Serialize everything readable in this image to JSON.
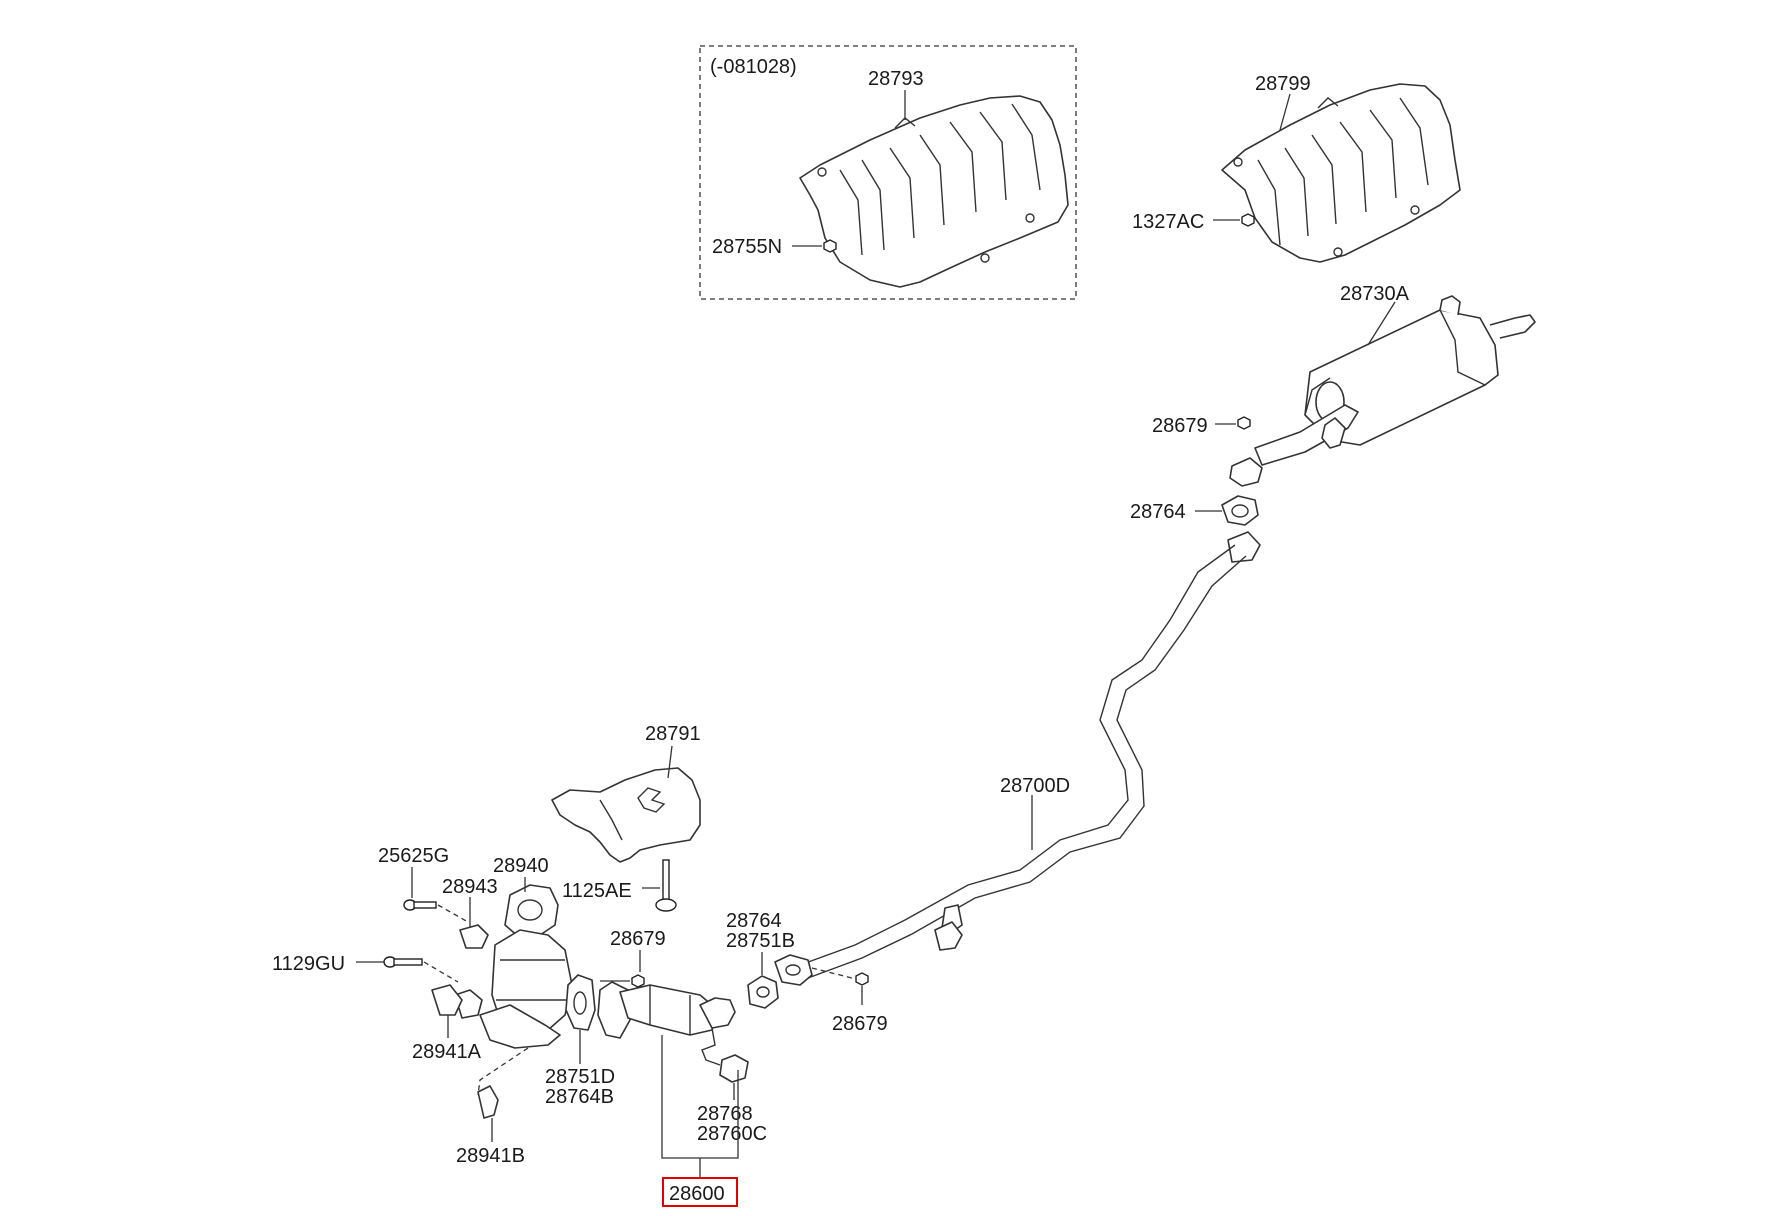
{
  "diagram": {
    "group_note": "(-081028)",
    "labels": {
      "p28793": "28793",
      "p28755N": "28755N",
      "p28799": "28799",
      "p1327AC": "1327AC",
      "p28730A": "28730A",
      "p28679_rear": "28679",
      "p28764_rear": "28764",
      "p28791": "28791",
      "p28700D": "28700D",
      "p1125AE": "1125AE",
      "p25625G": "25625G",
      "p28940": "28940",
      "p28943": "28943",
      "p1129GU": "1129GU",
      "p28941A": "28941A",
      "p28941B": "28941B",
      "p28751D": "28751D",
      "p28764B": "28764B",
      "p28679_front": "28679",
      "p28764_front": "28764",
      "p28751B": "28751B",
      "p28679_mid": "28679",
      "p28768": "28768",
      "p28760C": "28760C",
      "p28600": "28600"
    },
    "highlighted_part": "28600",
    "highlight_color": "#e00000",
    "line_color": "#333333"
  }
}
